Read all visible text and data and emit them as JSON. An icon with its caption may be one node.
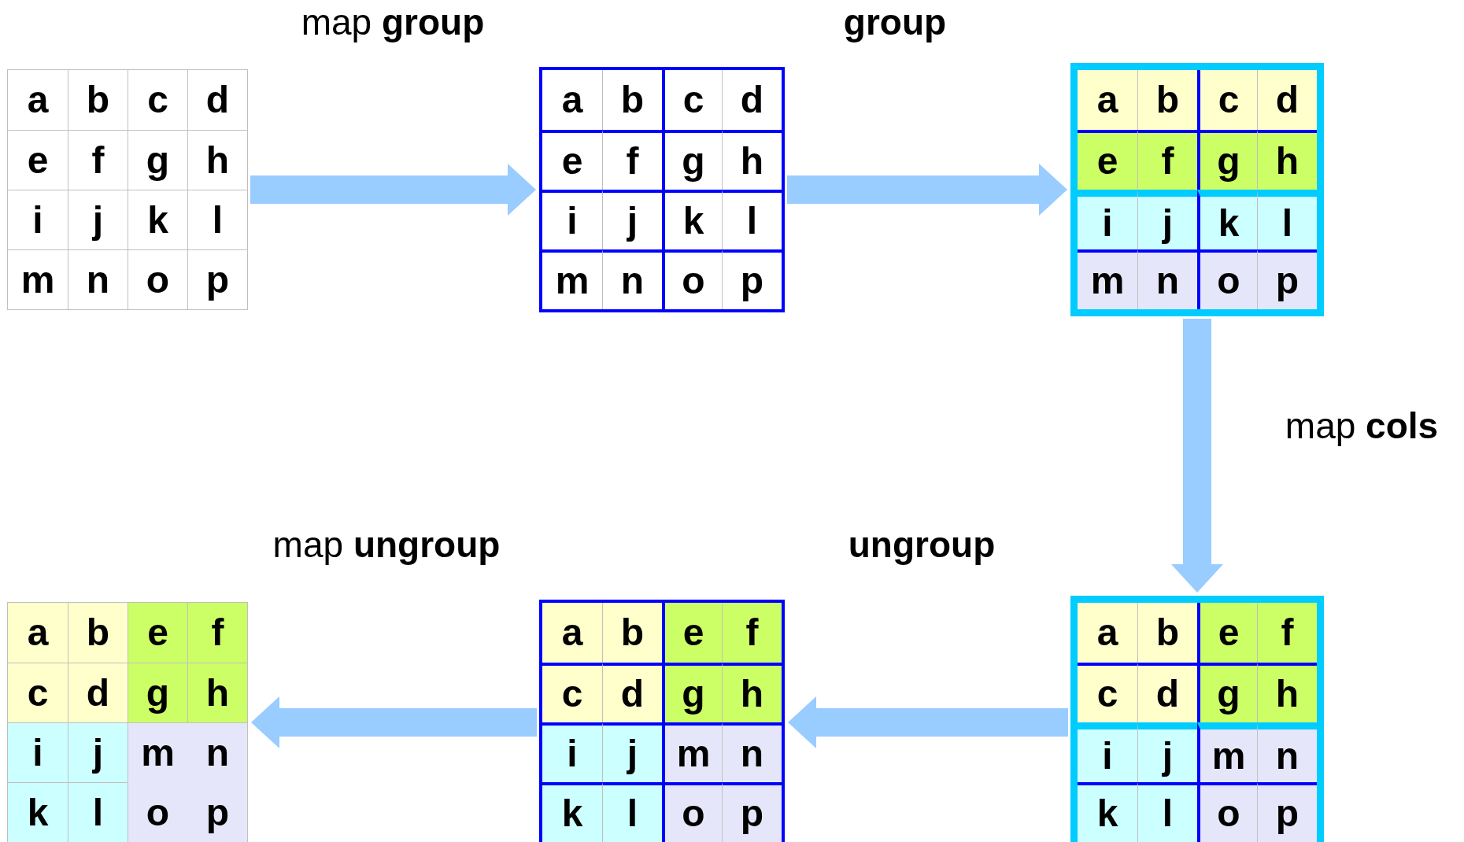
{
  "diagram": {
    "nodes": [
      {
        "text": [],
        "shape": "box"
      },
      {
        "text": [
          "a"
        ],
        "in": 0
      },
      {
        "text": [
          "b"
        ],
        "in": 0
      },
      {
        "text": [
          "c"
        ],
        "in": 0
      },
      {
        "text": [
          "d"
        ],
        "in": 0
      },
      {
        "text": [
          "e"
        ],
        "in": 0
      },
      {
        "text": [
          "f"
        ],
        "in": 0
      },
      {
        "text": [
          "g"
        ],
        "in": 0
      },
      {
        "text": [
          "h"
        ],
        "in": 0
      },
      {
        "text": [
          "i"
        ],
        "in": 0
      },
      {
        "text": [
          "j"
        ],
        "in": 0
      },
      {
        "text": [
          "k"
        ],
        "in": 0
      },
      {
        "text": [
          "l"
        ],
        "in": 0
      },
      {
        "text": [
          "m"
        ],
        "in": 0
      },
      {
        "text": [
          "n"
        ],
        "in": 0
      },
      {
        "text": [
          "o"
        ],
        "in": 0
      },
      {
        "text": [
          "p"
        ],
        "in": 0
      },
      {
        "text": [],
        "shape": "box"
      },
      {
        "text": [
          "a"
        ],
        "in": 17
      },
      {
        "text": [
          "b"
        ],
        "in": 17
      },
      {
        "text": [
          "c"
        ],
        "in": 17
      },
      {
        "text": [
          "d"
        ],
        "in": 17
      },
      {
        "text": [
          "e"
        ],
        "in": 17
      },
      {
        "text": [
          "f"
        ],
        "in": 17
      },
      {
        "text": [
          "g"
        ],
        "in": 17
      },
      {
        "text": [
          "h"
        ],
        "in": 17
      },
      {
        "text": [
          "i"
        ],
        "in": 17
      },
      {
        "text": [
          "j"
        ],
        "in": 17
      },
      {
        "text": [
          "k"
        ],
        "in": 17
      },
      {
        "text": [
          "l"
        ],
        "in": 17
      },
      {
        "text": [
          "m"
        ],
        "in": 17
      },
      {
        "text": [
          "n"
        ],
        "in": 17
      },
      {
        "text": [
          "o"
        ],
        "in": 17
      },
      {
        "text": [
          "p"
        ],
        "in": 17
      },
      {
        "text": [],
        "shape": "box"
      },
      {
        "text": [
          "a"
        ],
        "in": 34
      },
      {
        "text": [
          "b"
        ],
        "in": 34
      },
      {
        "text": [
          "c"
        ],
        "in": 34
      },
      {
        "text": [
          "d"
        ],
        "in": 34
      },
      {
        "text": [
          "e"
        ],
        "in": 34
      },
      {
        "text": [
          "f"
        ],
        "in": 34
      },
      {
        "text": [
          "g"
        ],
        "in": 34
      },
      {
        "text": [
          "h"
        ],
        "in": 34
      },
      {
        "text": [
          "i"
        ],
        "in": 34
      },
      {
        "text": [
          "j"
        ],
        "in": 34
      },
      {
        "text": [
          "k"
        ],
        "in": 34
      },
      {
        "text": [
          "l"
        ],
        "in": 34
      },
      {
        "text": [
          "m"
        ],
        "in": 34
      },
      {
        "text": [
          "n"
        ],
        "in": 34
      },
      {
        "text": [
          "o"
        ],
        "in": 34
      },
      {
        "text": [
          "p"
        ],
        "in": 34
      },
      {
        "text": [],
        "shape": "box"
      },
      {
        "text": [
          "a"
        ],
        "in": 51
      },
      {
        "text": [
          "b"
        ],
        "in": 51
      },
      {
        "text": [
          "e"
        ],
        "in": 51
      },
      {
        "text": [
          "f"
        ],
        "in": 51
      },
      {
        "text": [
          "c"
        ],
        "in": 51
      },
      {
        "text": [
          "d"
        ],
        "in": 51
      },
      {
        "text": [
          "g"
        ],
        "in": 51
      },
      {
        "text": [
          "h"
        ],
        "in": 51
      },
      {
        "text": [
          "i"
        ],
        "in": 51
      },
      {
        "text": [
          "j"
        ],
        "in": 51
      },
      {
        "text": [
          "m"
        ],
        "in": 51
      },
      {
        "text": [
          "n"
        ],
        "in": 51
      },
      {
        "text": [
          "k"
        ],
        "in": 51
      },
      {
        "text": [
          "l"
        ],
        "in": 51
      },
      {
        "text": [
          "o"
        ],
        "in": 51
      },
      {
        "text": [
          "p"
        ],
        "in": 51
      },
      {
        "text": [],
        "shape": "box"
      },
      {
        "text": [
          "a"
        ],
        "in": 68
      },
      {
        "text": [
          "b"
        ],
        "in": 68
      },
      {
        "text": [
          "e"
        ],
        "in": 68
      },
      {
        "text": [
          "f"
        ],
        "in": 68
      },
      {
        "text": [
          "c"
        ],
        "in": 68
      },
      {
        "text": [
          "d"
        ],
        "in": 68
      },
      {
        "text": [
          "g"
        ],
        "in": 68
      },
      {
        "text": [
          "h"
        ],
        "in": 68
      },
      {
        "text": [
          "i"
        ],
        "in": 68
      },
      {
        "text": [
          "j"
        ],
        "in": 68
      },
      {
        "text": [
          "m"
        ],
        "in": 68
      },
      {
        "text": [
          "n"
        ],
        "in": 68
      },
      {
        "text": [
          "k"
        ],
        "in": 68
      },
      {
        "text": [
          "l"
        ],
        "in": 68
      },
      {
        "text": [
          "o"
        ],
        "in": 68
      },
      {
        "text": [
          "p"
        ],
        "in": 68
      },
      {
        "text": [],
        "shape": "box"
      },
      {
        "text": [
          "a"
        ],
        "in": 85
      },
      {
        "text": [
          "b"
        ],
        "in": 85
      },
      {
        "text": [
          "e"
        ],
        "in": 85
      },
      {
        "text": [
          "f"
        ],
        "in": 85
      },
      {
        "text": [
          "c"
        ],
        "in": 85
      },
      {
        "text": [
          "d"
        ],
        "in": 85
      },
      {
        "text": [
          "g"
        ],
        "in": 85
      },
      {
        "text": [
          "h"
        ],
        "in": 85
      },
      {
        "text": [
          "i"
        ],
        "in": 85
      },
      {
        "text": [
          "j"
        ],
        "in": 85
      },
      {
        "text": [
          "m"
        ],
        "in": 85
      },
      {
        "text": [
          "n"
        ],
        "in": 85
      },
      {
        "text": [
          "k"
        ],
        "in": 85
      },
      {
        "text": [
          "l"
        ],
        "in": 85
      },
      {
        "text": [
          "o"
        ],
        "in": 85
      },
      {
        "text": [
          "p"
        ],
        "in": 85
      }
    ],
    "edges": [
      {
        "from": 0,
        "to": 17,
        "arrow": "to",
        "label": "map **group**"
      },
      {
        "from": 17,
        "to": 34,
        "arrow": "to",
        "label": "**group**"
      },
      {
        "from": 34,
        "to": 85,
        "arrow": "to",
        "label": "map **cols**"
      },
      {
        "from": 85,
        "to": 68,
        "arrow": "to",
        "label": "**ungroup**"
      },
      {
        "from": 68,
        "to": 51,
        "arrow": "to",
        "label": "map **ungroup**"
      }
    ]
  }
}
